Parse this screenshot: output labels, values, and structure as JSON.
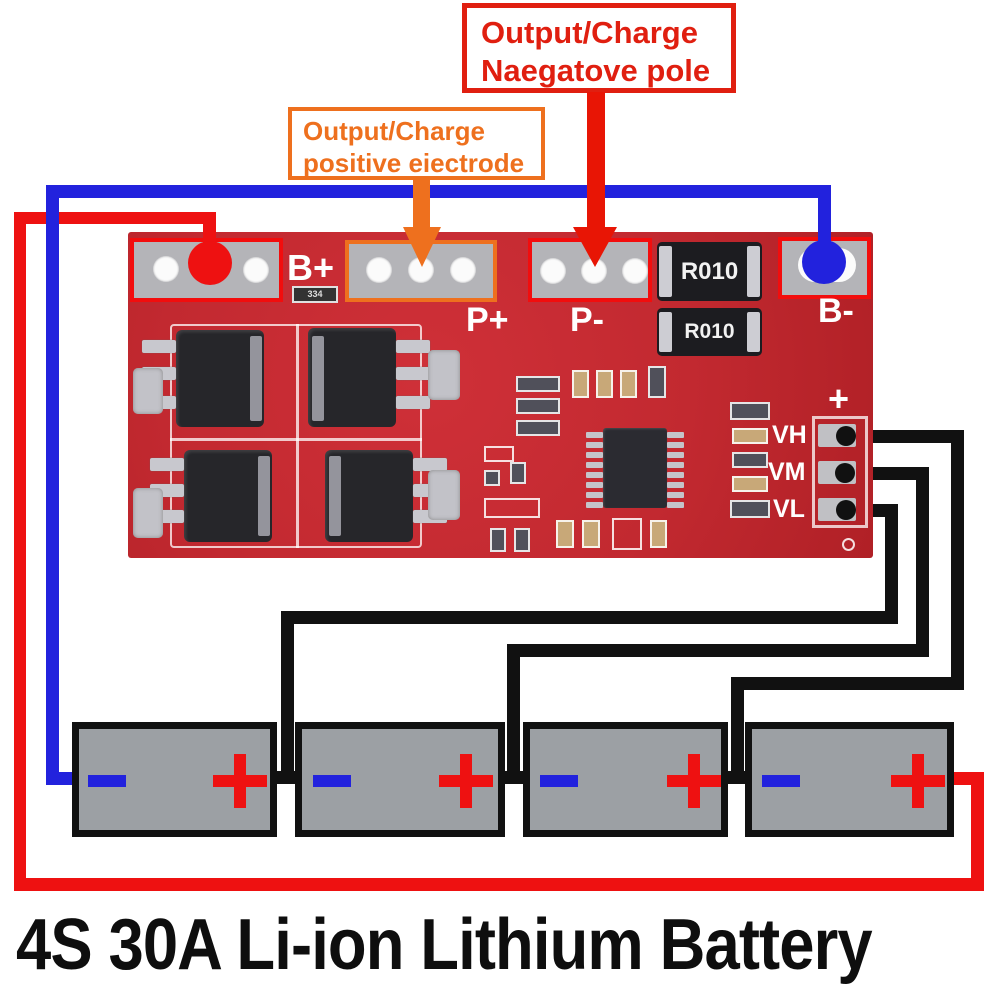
{
  "title": "4S 30A Li-ion Lithium Battery",
  "callouts": {
    "negative": {
      "line1": "Output/Charge",
      "line2": "Naegatove pole"
    },
    "positive": {
      "line1": "Output/Charge",
      "line2": "positive eiectrode"
    }
  },
  "board": {
    "terminal_labels": {
      "b_plus": "B+",
      "p_plus": "P+",
      "p_minus": "P-",
      "b_minus": "B-"
    },
    "balance_connector": {
      "plus": "+",
      "vh": "VH",
      "vm": "VM",
      "vl": "VL"
    },
    "shunt_resistor_1": "R010",
    "shunt_resistor_2": "R010",
    "smd_marking": "334"
  },
  "colors": {
    "wire_blue": "#2222dd",
    "wire_red": "#ee1111",
    "wire_black": "#111111",
    "board_red": "#c22930",
    "callout_red": "#e01f10",
    "callout_orange": "#ee701e",
    "battery_gray": "#9ca0a4"
  }
}
